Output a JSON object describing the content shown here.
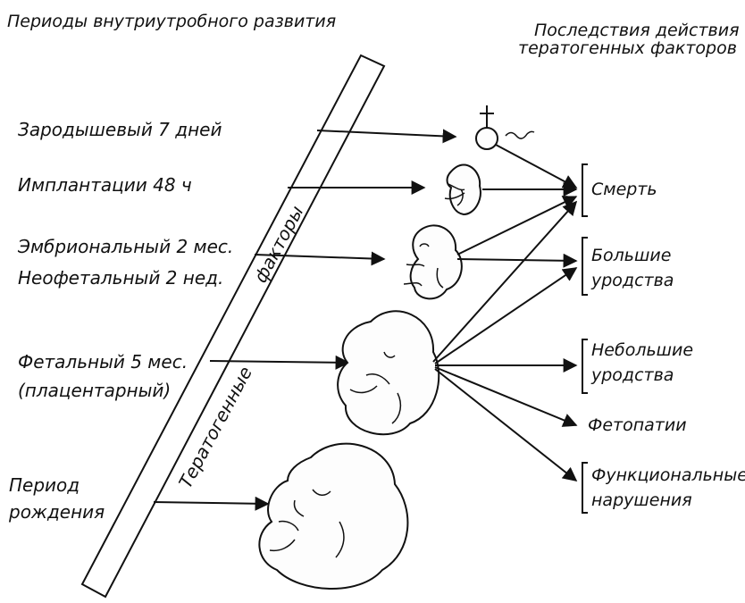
{
  "headers": {
    "left": "Периоды внутриутробного развития",
    "right_line1": "Последствия действия",
    "right_line2": "тератогенных факторов"
  },
  "periods": [
    {
      "id": "zygote",
      "lines": [
        "Зародышевый  7 дней"
      ]
    },
    {
      "id": "implantation",
      "lines": [
        "Имплантации  48 ч"
      ]
    },
    {
      "id": "embryonic",
      "lines": [
        "Эмбриональный  2 мес.",
        "Неофетальный  2 нед."
      ]
    },
    {
      "id": "fetal",
      "lines": [
        "Фетальный  5 мес.",
        "(плацентарный)"
      ]
    },
    {
      "id": "birth",
      "lines": [
        "Период",
        "рождения"
      ]
    }
  ],
  "banner": {
    "word1": "Тератогенные",
    "word2": "факторы"
  },
  "outcomes": [
    {
      "id": "death",
      "lines": [
        "Смерть"
      ]
    },
    {
      "id": "major-malformations",
      "lines": [
        "Большие",
        "уродства"
      ]
    },
    {
      "id": "minor-malformations",
      "lines": [
        "Небольшие",
        "уродства"
      ]
    },
    {
      "id": "fetopathies",
      "lines": [
        "Фетопатии"
      ]
    },
    {
      "id": "functional-disorders",
      "lines": [
        "Функциональные",
        "нарушения"
      ]
    }
  ],
  "symbols": {
    "zygote_glyph": "♀",
    "sperm_glyph": "∽"
  }
}
